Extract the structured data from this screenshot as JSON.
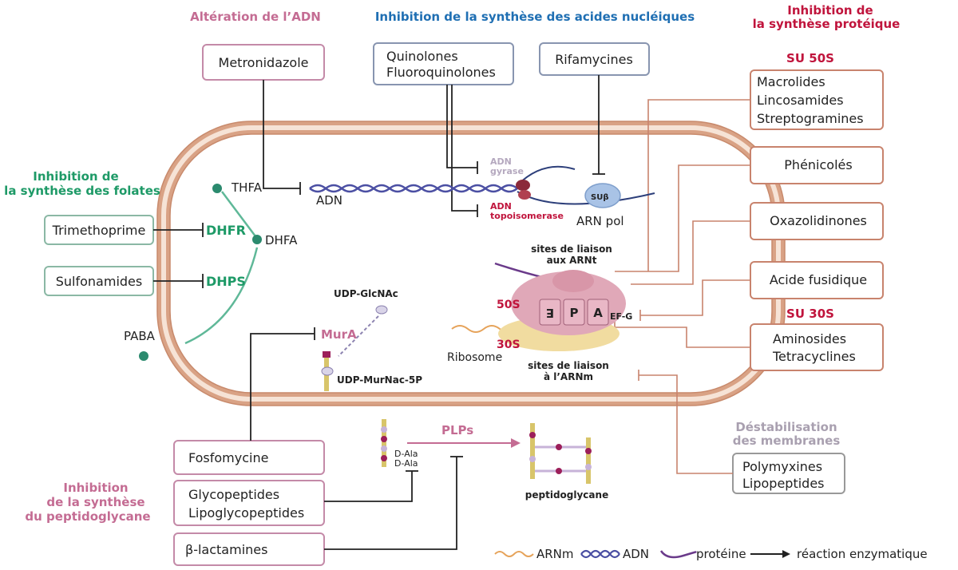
{
  "colors": {
    "pink_heading": "#c46c93",
    "blue_heading": "#1f6fb3",
    "red_heading": "#c0143c",
    "green_heading": "#1e9a67",
    "grey_heading": "#a9a0b0",
    "cell_wall": "#d9a285",
    "ribosome_50s": "#e0a8b8",
    "ribosome_30s": "#f1dca0"
  },
  "headings": {
    "adn": "Altération de l’ADN",
    "nucleic": "Inhibition de la synthèse des acides nucléiques",
    "protein_1": "Inhibition de",
    "protein_2": "la synthèse protéique",
    "folates_1": "Inhibition de",
    "folates_2": "la synthèse des folates",
    "peptido_1": "Inhibition",
    "peptido_2": "de la synthèse",
    "peptido_3": "du peptidoglycane",
    "membrane_1": "Déstabilisation",
    "membrane_2": "des membranes",
    "su50s": "SU 50S",
    "su30s": "SU 30S"
  },
  "drugs": {
    "metronidazole": "Metronidazole",
    "quinolones_1": "Quinolones",
    "quinolones_2": "Fluoroquinolones",
    "rifamycines": "Rifamycines",
    "macrolides_1": "Macrolides",
    "macrolides_2": "Lincosamides",
    "macrolides_3": "Streptogramines",
    "phenicoles": "Phénicolés",
    "oxazolidinones": "Oxazolidinones",
    "acide_fusidique": "Acide fusidique",
    "aminosides_1": "Aminosides",
    "aminosides_2": "Tetracyclines",
    "trimethoprime": "Trimethoprime",
    "sulfonamides": "Sulfonamides",
    "fosfomycine": "Fosfomycine",
    "glyco_1": "Glycopeptides",
    "glyco_2": "Lipoglycopeptides",
    "beta_lactamines": "β-lactamines",
    "polymyxines_1": "Polymyxines",
    "polymyxines_2": "Lipopeptides"
  },
  "labels": {
    "thfa": "THFA",
    "dhfa": "DHFA",
    "dhfr": "DHFR",
    "dhps": "DHPS",
    "paba": "PABA",
    "adn": "ADN",
    "adn_gyrase_1": "ADN",
    "adn_gyrase_2": "gyrase",
    "adn_topo_1": "ADN",
    "adn_topo_2": "topoisomerase",
    "sub_beta": "SUβ",
    "arn_pol": "ARN pol",
    "sites_arnt_1": "sites de liaison",
    "sites_arnt_2": "aux ARNt",
    "site_e": "E",
    "site_p": "P",
    "site_a": "A",
    "ef_g": "EF-G",
    "s50": "50S",
    "s30": "30S",
    "ribosome": "Ribosome",
    "sites_arnm_1": "sites de liaison",
    "sites_arnm_2": "à l’ARNm",
    "udp_glcnac": "UDP-GlcNAc",
    "mura": "MurA",
    "udp_murnac": "UDP-MurNac-5P",
    "plps": "PLPs",
    "dala_1": "D-Ala",
    "dala_2": "D-Ala",
    "peptidoglycane": "peptidoglycane"
  },
  "legend": {
    "arnm": "ARNm",
    "adn": "ADN",
    "proteine": "protéine",
    "reaction": "réaction enzymatique"
  }
}
